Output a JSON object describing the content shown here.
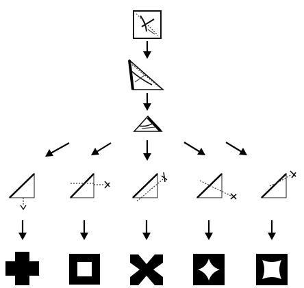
{
  "diagram": {
    "steps": [
      {
        "id": "unfolded-square"
      },
      {
        "id": "folded-triangle"
      },
      {
        "id": "folded-small-triangle"
      }
    ],
    "cuts": [
      {
        "id": "cut-1",
        "result": "cross"
      },
      {
        "id": "cut-2",
        "result": "square-frame"
      },
      {
        "id": "cut-3",
        "result": "x-shape"
      },
      {
        "id": "cut-4",
        "result": "four-point-star-frame"
      },
      {
        "id": "cut-5",
        "result": "concave-square-frame"
      }
    ],
    "colors": {
      "ink": "#111111",
      "fill": "#000000",
      "background": "#ffffff"
    }
  }
}
